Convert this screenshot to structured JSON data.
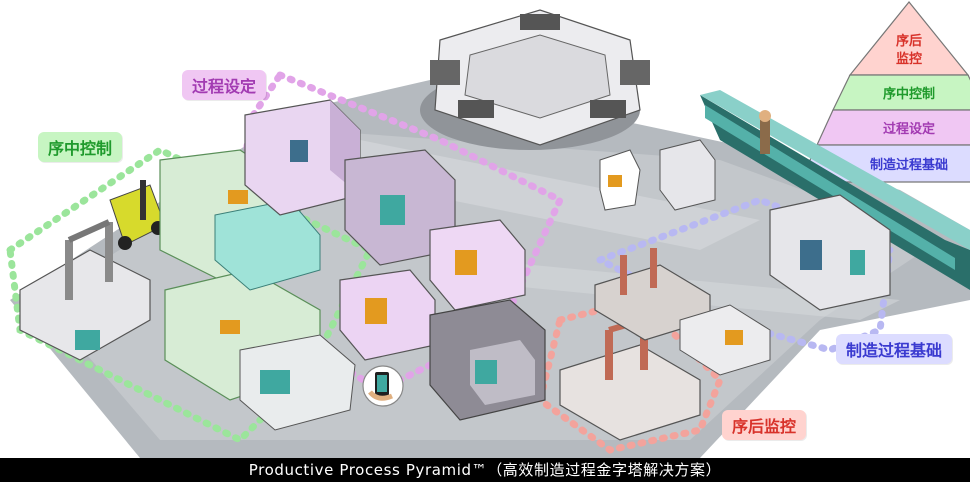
{
  "labels": {
    "seq_control": "序中控制",
    "process_setting": "过程设定",
    "mfg_foundation": "制造过程基础",
    "post_monitor": "序后监控"
  },
  "pyramid": {
    "levels": [
      {
        "text": "序后\n监控",
        "line1": "序后",
        "line2": "监控",
        "fill": "#ffd3cf",
        "color": "#d8322a"
      },
      {
        "text": "序中控制",
        "fill": "#c7f5c2",
        "color": "#1f9a2c"
      },
      {
        "text": "过程设定",
        "fill": "#f0c7f3",
        "color": "#a23bb2"
      },
      {
        "text": "制造过程基础",
        "fill": "#dcdcff",
        "color": "#3a3ad0"
      }
    ]
  },
  "footer": {
    "caption": "Productive Process Pyramid™（高效制造过程金字塔解决方案）"
  },
  "colors": {
    "green": "#9be59b",
    "purple": "#e1a4e8",
    "blue": "#b8b8f2",
    "red": "#f3a39c",
    "floor": "#b8bcc0",
    "machine_purple": "#e9d6f1",
    "machine_grey": "#e6e6ea",
    "accent_teal": "#3fa8a0"
  }
}
